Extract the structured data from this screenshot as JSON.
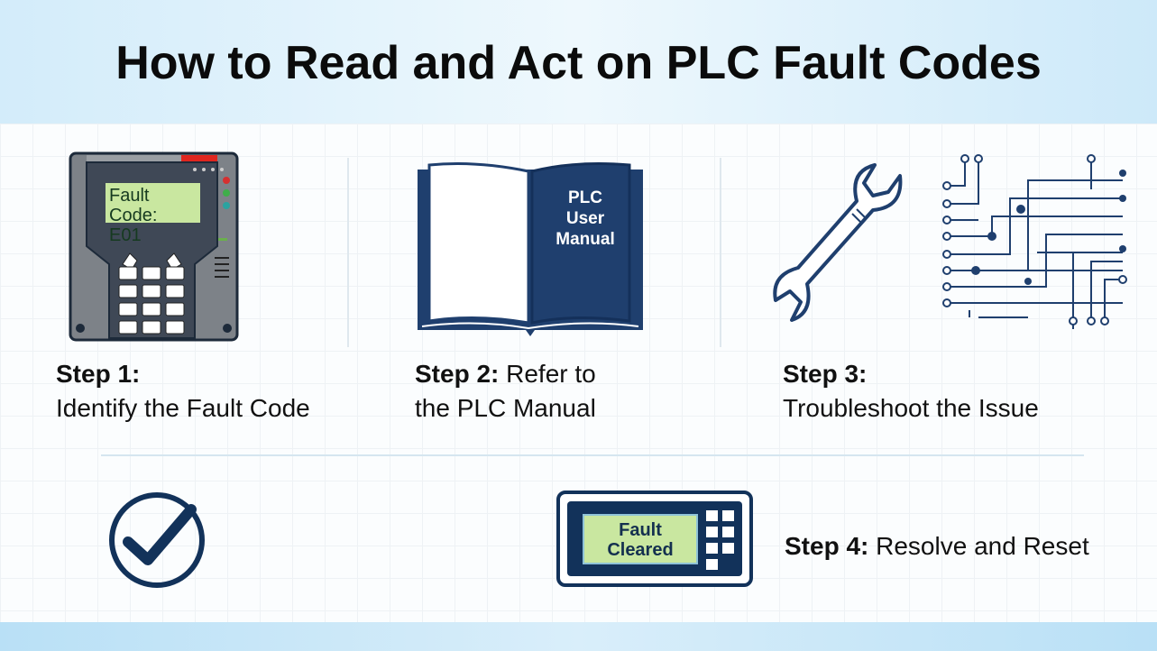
{
  "title": "How to Read and Act on PLC Fault Codes",
  "steps": [
    {
      "label": "Step 1:",
      "text": "Identify the Fault Code"
    },
    {
      "label": "Step 2:",
      "text_line1": "Refer to",
      "text_line2": "the PLC Manual"
    },
    {
      "label": "Step 3:",
      "text": "Troubleshoot the Issue"
    },
    {
      "label": "Step 4:",
      "text": "Resolve and Reset"
    }
  ],
  "plc_display": {
    "line1": "Fault Code:",
    "line2": "E01"
  },
  "manual_cover": {
    "line1": "PLC",
    "line2": "User",
    "line3": "Manual"
  },
  "reset_display": {
    "line1": "Fault",
    "line2": "Cleared"
  },
  "colors": {
    "navy": "#12325a",
    "lcd": "#c9e7a0",
    "header": "#d3ecfa"
  }
}
